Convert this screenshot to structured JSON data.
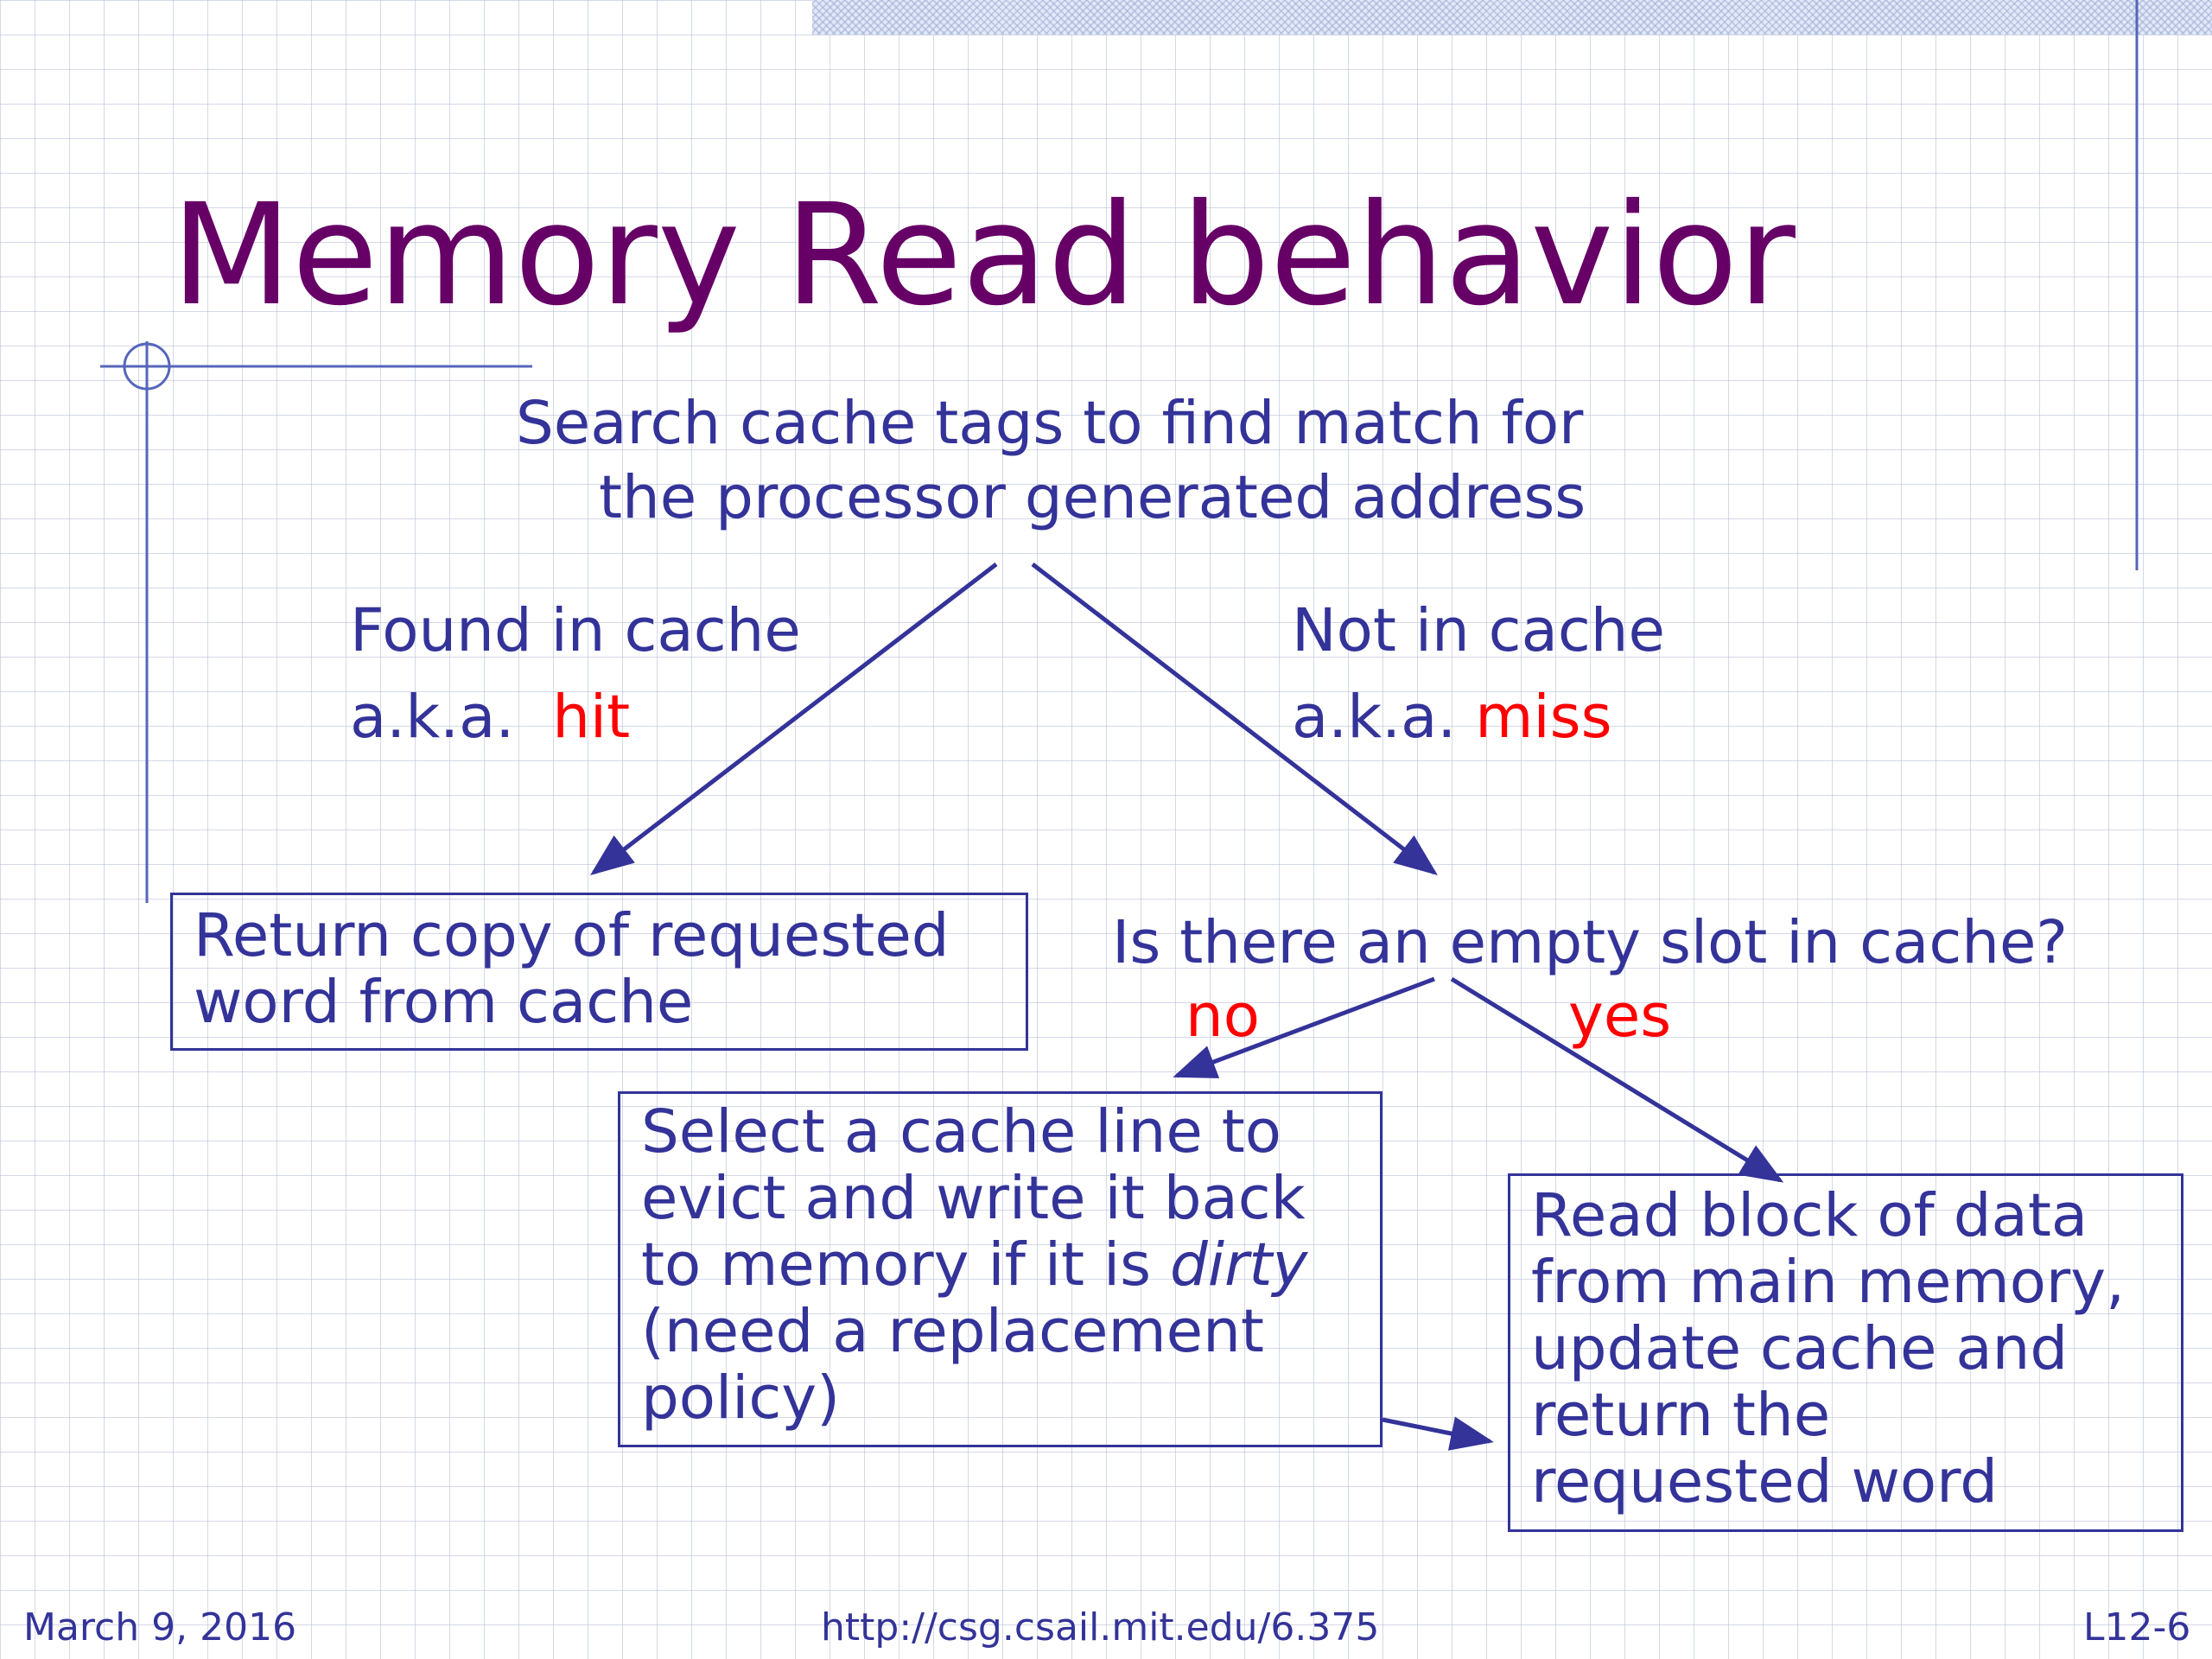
{
  "slide": {
    "title": "Memory Read behavior",
    "search": {
      "line1": "Search cache tags to find match for",
      "line2": "the processor generated address"
    },
    "hit_branch": {
      "label": "Found in cache",
      "aka_prefix": "a.k.a.",
      "aka_term": "hit"
    },
    "miss_branch": {
      "label": "Not in cache",
      "aka_prefix": "a.k.a.",
      "aka_term": "miss"
    },
    "return_box": {
      "line1": "Return copy of requested",
      "line2": "word from cache"
    },
    "empty_slot_question": "Is there an empty slot in cache?",
    "no_label": "no",
    "yes_label": "yes",
    "evict_box": {
      "line1": "Select a cache line to",
      "line2": "evict and write it back",
      "line3_prefix": "to memory if it is ",
      "line3_emph": "dirty",
      "line4": "(need a replacement",
      "line5": "policy)"
    },
    "read_box": {
      "line1": "Read block of data",
      "line2": "from main memory,",
      "line3": "update cache and",
      "line4": "return the",
      "line5": "requested word"
    }
  },
  "footer": {
    "date": "March 9, 2016",
    "url": "http://csg.csail.mit.edu/6.375",
    "slide_number": "L12-6"
  },
  "colors": {
    "title": "#660066",
    "text": "#333399",
    "highlight": "#ff0000",
    "grid": "#b0bad6"
  }
}
